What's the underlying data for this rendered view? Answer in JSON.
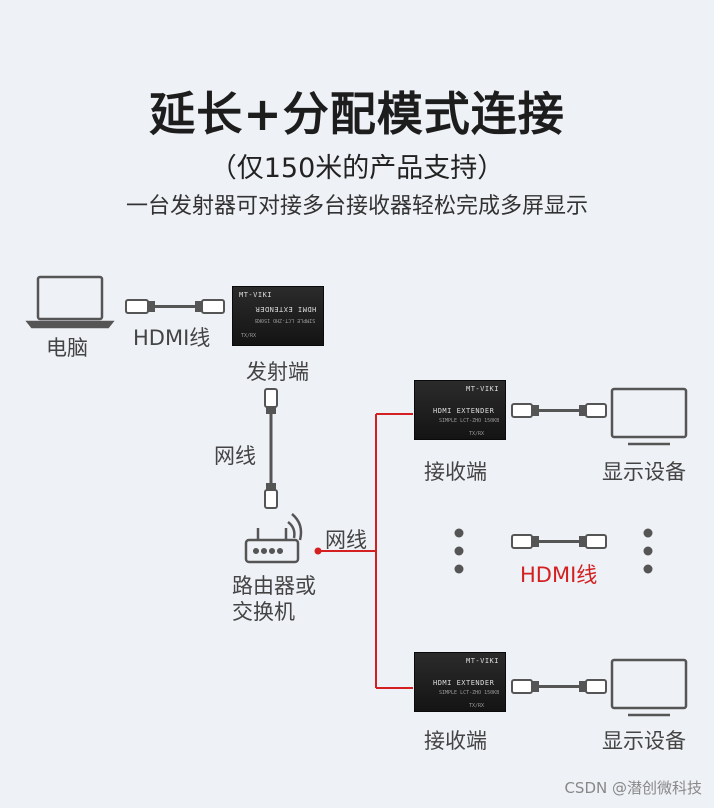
{
  "header": {
    "title": "延长+分配模式连接",
    "subtitle": "（仅150米的产品支持）",
    "description": "一台发射器可对接多台接收器轻松完成多屏显示"
  },
  "nodes": {
    "computer": "电脑",
    "hdmi_cable_top": "HDMI线",
    "transmitter": "发射端",
    "network_cable_vertical": "网线",
    "router": "路由器或\n交换机",
    "network_cable_horizontal": "网线",
    "receiver_top": "接收端",
    "display_top": "显示设备",
    "hdmi_cable_middle": "HDMI线",
    "receiver_bottom": "接收端",
    "display_bottom": "显示设备"
  },
  "device_text": {
    "brand": "MT-VIKI",
    "product": "HDMI EXTENDER",
    "sub": "SIMPLE LCT-ZHO 150KB",
    "port": "TX/RX"
  },
  "colors": {
    "background": "#eef1f6",
    "accent_red": "#d42020",
    "device": "#1a1a1a",
    "icon_stroke": "#555555"
  },
  "watermark": "CSDN @潜创微科技"
}
